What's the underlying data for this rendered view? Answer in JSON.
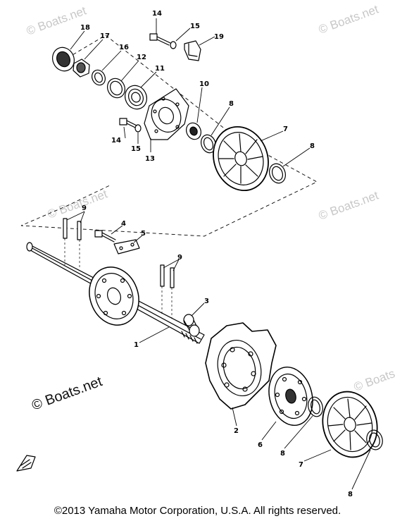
{
  "watermarks": {
    "faint": "© Boats.net",
    "main": "© Boats.net"
  },
  "callouts": {
    "shaft": "1",
    "sprocket": "2",
    "collar": "3",
    "bolt_a": "4",
    "bracket": "5",
    "spacer_plate": "6",
    "wheel_upper": "7",
    "wheel_lower": "7",
    "ring_upper_a": "8",
    "ring_upper_b": "8",
    "ring_lower_a": "8",
    "ring_lower_b": "8",
    "pins_a": "9",
    "pins_b": "9",
    "seal": "10",
    "bearing": "11",
    "circlip": "12",
    "housing": "13",
    "bolt_top": "14",
    "bolt_side": "14",
    "washer_top": "15",
    "washer_side": "15",
    "ring_16": "16",
    "nut_17": "17",
    "cap_18": "18",
    "clip_19": "19"
  },
  "copyright": "©2013 Yamaha Motor Corporation, U.S.A. All rights reserved."
}
